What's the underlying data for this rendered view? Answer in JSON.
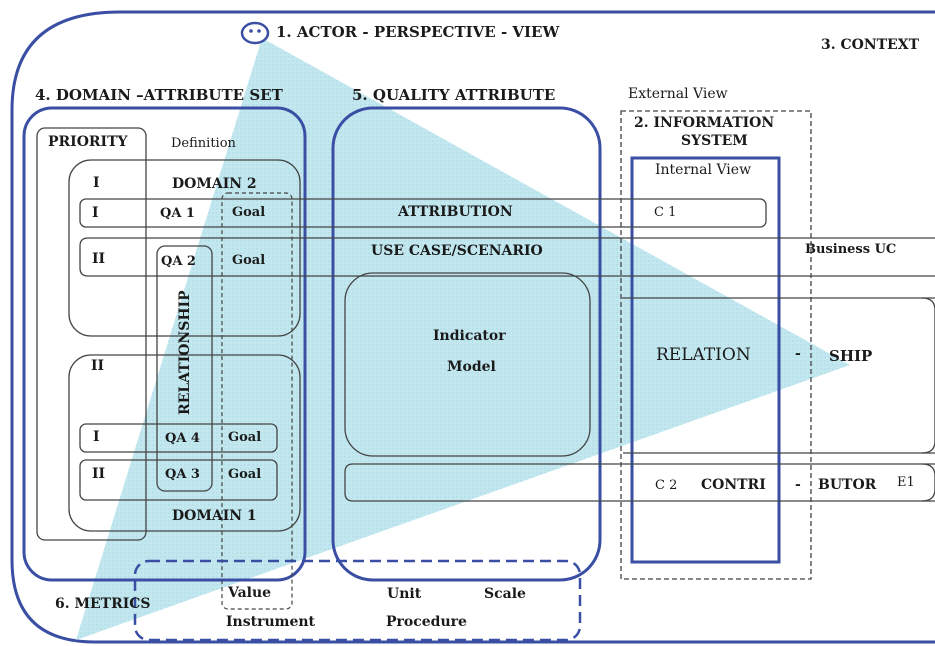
{
  "colors": {
    "frame_blue": "#3a4fa3",
    "triangle": "#b9e3ec",
    "line_gray": "#444444",
    "text": "#1a1a1a"
  },
  "header": {
    "actor_icon": "smiley-face-icon",
    "actor_view": "1. ACTOR - PERSPECTIVE - VIEW",
    "context": "3. CONTEXT"
  },
  "domain_attribute_set": {
    "title": "4. DOMAIN –ATTRIBUTE SET",
    "priority": "PRIORITY",
    "definition": "Definition",
    "domain2": {
      "title": "DOMAIN 2",
      "priority": "I",
      "rows": [
        {
          "priority": "I",
          "qa": "QA 1",
          "goal": "Goal"
        },
        {
          "priority": "II",
          "qa": "QA 2",
          "goal": "Goal"
        }
      ]
    },
    "domain1": {
      "title": "DOMAIN 1",
      "priority": "II",
      "rows": [
        {
          "priority": "I",
          "qa": "QA 4",
          "goal": "Goal"
        },
        {
          "priority": "II",
          "qa": "QA 3",
          "goal": "Goal"
        }
      ]
    },
    "relationship": "RELATIONSHIP"
  },
  "quality_attribute": {
    "title": "5. QUALITY ATTRIBUTE",
    "attribution": "ATTRIBUTION",
    "use_case": "USE CASE/SCENARIO",
    "indicator": "Indicator",
    "model": "Model"
  },
  "information_system": {
    "external_view": "External View",
    "title_line1": "2. INFORMATION",
    "title_line2": "SYSTEM",
    "internal_view": "Internal View",
    "c1": "C 1",
    "c2": "C 2",
    "business_uc": "Business UC",
    "relation": "RELATION",
    "dash1": "-",
    "ship": "SHIP",
    "contri": "CONTRI",
    "dash2": "-",
    "butor": "BUTOR",
    "e1": "E1"
  },
  "metrics": {
    "title": "6. METRICS",
    "value": "Value",
    "unit": "Unit",
    "scale": "Scale",
    "instrument": "Instrument",
    "procedure": "Procedure"
  }
}
